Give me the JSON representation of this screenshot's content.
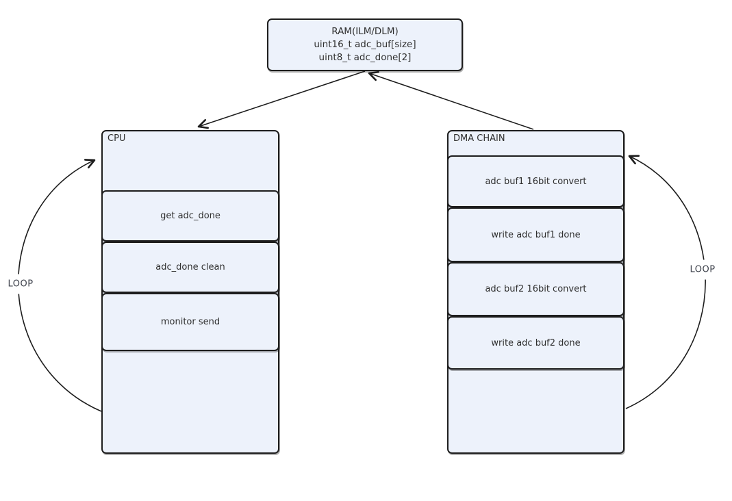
{
  "diagram": {
    "ram": {
      "line1": "RAM(ILM/DLM)",
      "line2": "uint16_t adc_buf[size]",
      "line3": "uint8_t adc_done[2]"
    },
    "cpu": {
      "title": "CPU",
      "rows": [
        "get adc_done",
        "adc_done clean",
        "monitor send"
      ]
    },
    "dma": {
      "title": "DMA CHAIN",
      "rows": [
        "adc buf1 16bit convert",
        "write adc buf1 done",
        "adc buf2 16bit convert",
        "write adc buf2 done"
      ]
    },
    "loop_left_label": "LOOP",
    "loop_right_label": "LOOP",
    "colors": {
      "node_fill": "#edf2fb",
      "node_border": "#1d1d1d",
      "text": "#2f2f2f",
      "background": "#ffffff"
    }
  }
}
